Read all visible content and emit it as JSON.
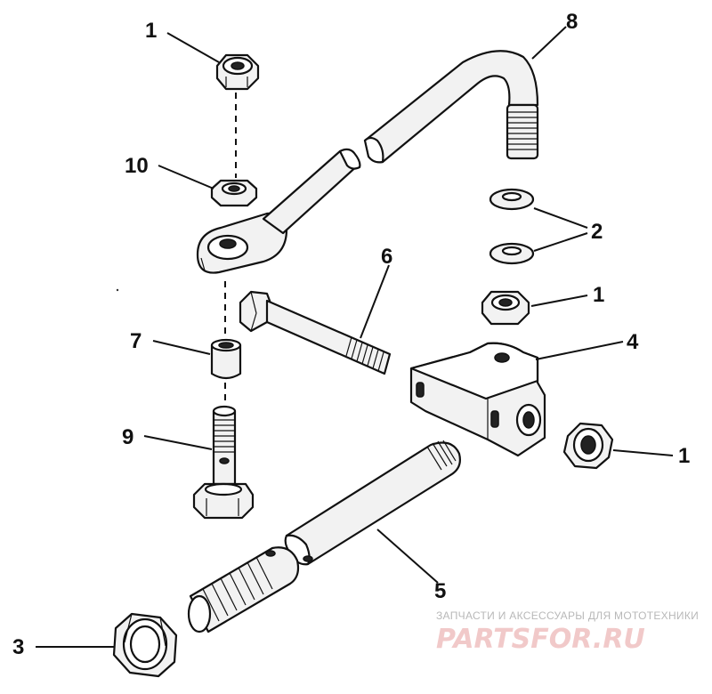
{
  "diagram": {
    "callouts": [
      {
        "id": "c1a",
        "text": "1"
      },
      {
        "id": "c10",
        "text": "10"
      },
      {
        "id": "c8",
        "text": "8"
      },
      {
        "id": "c2",
        "text": "2"
      },
      {
        "id": "c1b",
        "text": "1"
      },
      {
        "id": "c6",
        "text": "6"
      },
      {
        "id": "c7",
        "text": "7"
      },
      {
        "id": "c4",
        "text": "4"
      },
      {
        "id": "c9",
        "text": "9"
      },
      {
        "id": "c1c",
        "text": "1"
      },
      {
        "id": "c5",
        "text": "5"
      },
      {
        "id": "c3",
        "text": "3"
      }
    ]
  },
  "watermark": {
    "caption": "ЗАПЧАСТИ И АКСЕССУАРЫ ДЛЯ МОТОТЕХНИКИ",
    "logo_text": "PARTSFOR.RU",
    "color": "#e9b8b8"
  }
}
